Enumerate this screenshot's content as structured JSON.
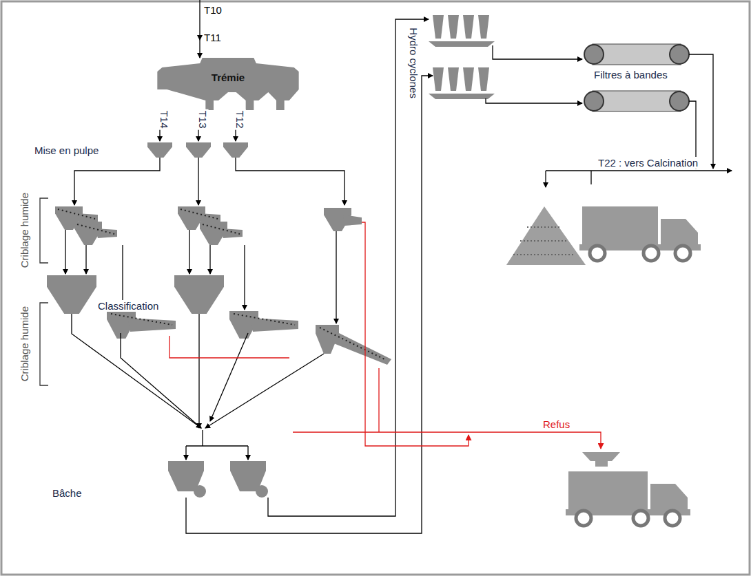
{
  "diagram": {
    "nodes": [
      {
        "text": [
          "Trémie"
        ]
      }
    ],
    "labels": [
      "T10",
      "T11",
      "T14",
      "T13",
      "T12",
      "Mise en pulpe",
      "Criblage humide",
      "Classification",
      "Criblage humide",
      "Hydro cyclones",
      "Filtres à bandes",
      "T22 : vers Calcination",
      "Refus",
      "Bâche"
    ]
  }
}
